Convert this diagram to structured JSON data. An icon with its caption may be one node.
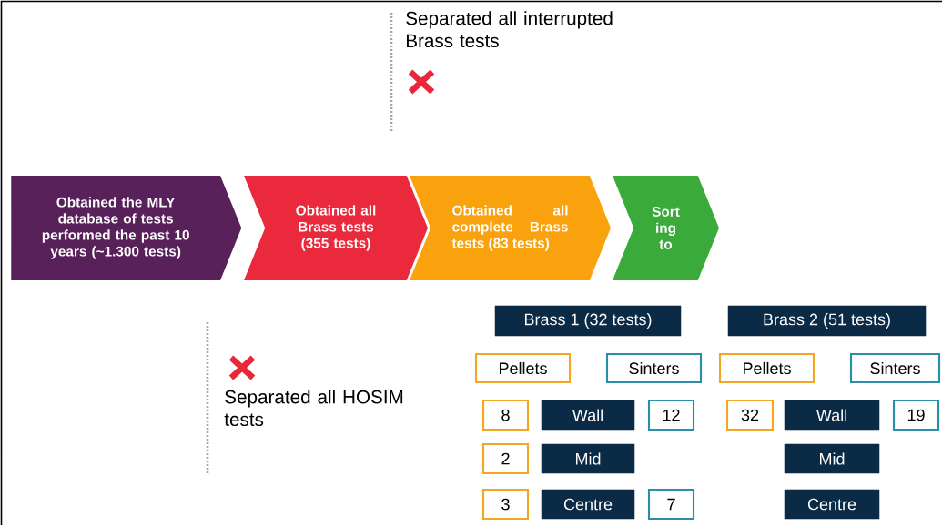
{
  "diagram": {
    "nodes": [
      {
        "text": [
          "Obtained the MLY database of tests performed the past 10 years (~1.300 tests)"
        ]
      },
      {
        "text": [
          "Obtained all Brass tests (355 tests)"
        ]
      },
      {
        "text": [
          "Obtained all complete Brass tests (83 tests)"
        ]
      },
      {
        "text": [
          "Sort ing to"
        ]
      },
      {
        "text": [
          "Brass 1 (32 tests)"
        ]
      },
      {
        "text": [
          "Brass 2 (51 tests)"
        ]
      },
      {
        "text": [
          "Pellets"
        ]
      },
      {
        "text": [
          "Sinters"
        ]
      },
      {
        "text": [
          "Pellets"
        ]
      },
      {
        "text": [
          "Sinters"
        ]
      },
      {
        "text": [
          "8"
        ]
      },
      {
        "text": [
          "Wall"
        ]
      },
      {
        "text": [
          "12"
        ]
      },
      {
        "text": [
          "32"
        ]
      },
      {
        "text": [
          "Wall"
        ]
      },
      {
        "text": [
          "19"
        ]
      },
      {
        "text": [
          "2"
        ]
      },
      {
        "text": [
          "Mid"
        ]
      },
      {
        "text": [
          "Mid"
        ]
      },
      {
        "text": [
          "3"
        ]
      },
      {
        "text": [
          "Centre"
        ]
      },
      {
        "text": [
          "7"
        ]
      },
      {
        "text": [
          "Centre"
        ]
      }
    ],
    "labels": [
      "Separated all interrupted Brass tests",
      "Separated all HOSIM tests"
    ]
  }
}
